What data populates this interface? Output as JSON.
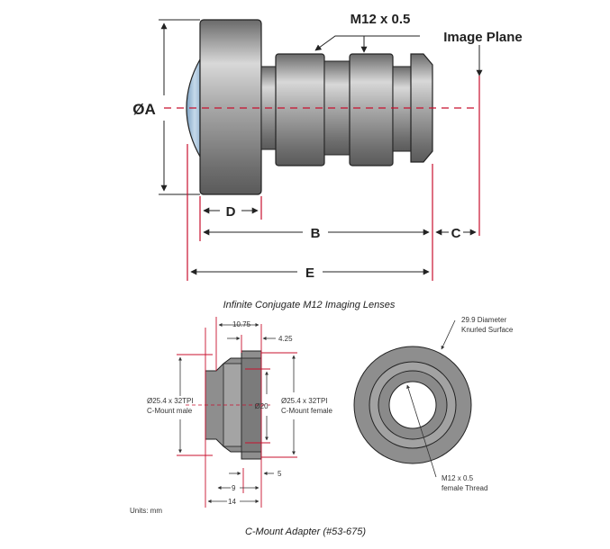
{
  "top": {
    "thread_label": "M12 x 0.5",
    "image_plane_label": "Image Plane",
    "diameter_label": "ØA",
    "dims": {
      "D": "D",
      "B": "B",
      "C": "C",
      "E": "E"
    },
    "caption": "Infinite Conjugate M12 Imaging Lenses"
  },
  "bottom": {
    "dim_10_75": "10.75",
    "dim_4_25": "4.25",
    "male_thread_line1": "Ø25.4 x 32TPI",
    "male_thread_line2": "C-Mount male",
    "inner_dia": "Ø20",
    "female_thread_line1": "Ø25.4 x 32TPI",
    "female_thread_line2": "C-Mount female",
    "dim_5": "5",
    "dim_9": "9",
    "dim_14": "14",
    "units": "Units: mm",
    "knurl_line1": "29.9 Diameter",
    "knurl_line2": "Knurled Surface",
    "m12_line1": "M12 x 0.5",
    "m12_line2": "female Thread",
    "caption": "C-Mount Adapter (#53-675)"
  },
  "colors": {
    "dim_red": "#c8102e",
    "metal": "#8f8f8f",
    "outline": "#222222"
  }
}
